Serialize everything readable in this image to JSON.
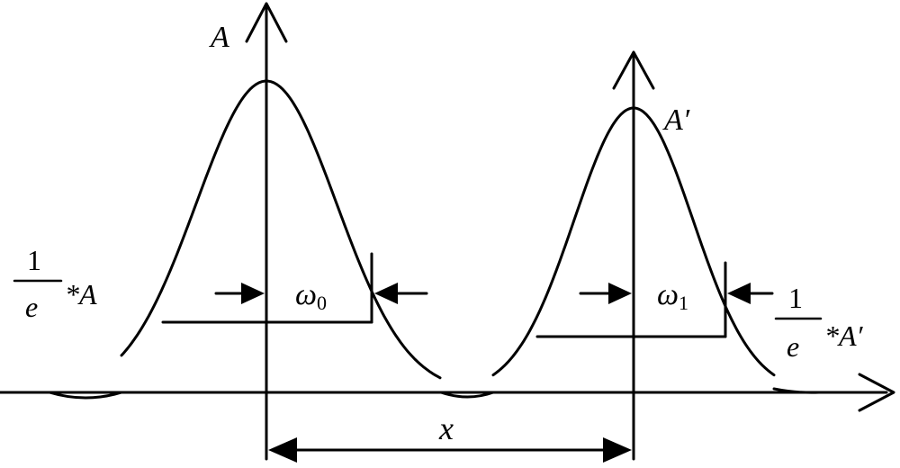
{
  "labels": {
    "peak_left": "A",
    "peak_right": "A′",
    "width_left": "ω",
    "width_left_sub": "0",
    "width_right": "ω",
    "width_right_sub": "1",
    "separation": "x",
    "level_left_num": "1",
    "level_left_den": "e",
    "level_left_tail": "*A",
    "level_right_num": "1",
    "level_right_den": "e",
    "level_right_tail": "*A′"
  },
  "colors": {
    "ink": "#000000",
    "background": "#ffffff"
  }
}
